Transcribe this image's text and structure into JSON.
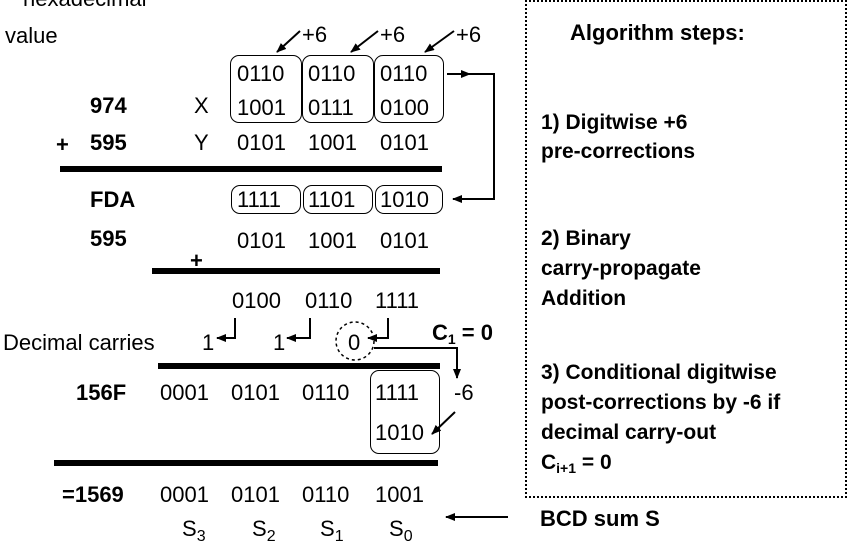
{
  "header": {
    "line1": "hexadecimal",
    "line2": "value"
  },
  "corrections": [
    "+6",
    "+6",
    "+6"
  ],
  "rows": {
    "x": {
      "value": "974",
      "label": "X",
      "top_digits": [
        "0110",
        "0110",
        "0110"
      ],
      "digits": [
        "1001",
        "0111",
        "0100"
      ]
    },
    "y": {
      "sign": "+",
      "value": "595",
      "label": "Y",
      "digits": [
        "0101",
        "1001",
        "0101"
      ]
    },
    "fda": {
      "value": "FDA",
      "digits": [
        "1111",
        "1101",
        "1010"
      ]
    },
    "y2": {
      "value": "595",
      "digits": [
        "0101",
        "1001",
        "0101"
      ]
    },
    "plus": "+",
    "sum": {
      "digits": [
        "0100",
        "0110",
        "1111"
      ]
    },
    "carries": {
      "label": "Decimal carries",
      "values": [
        "1",
        "1",
        "0"
      ],
      "c1_label": "C",
      "c1_sub": "1",
      "c1_value": " = 0"
    },
    "r156f": {
      "value": "156F",
      "digits": [
        "0001",
        "0101",
        "0110",
        "1111"
      ],
      "minus6": "-6"
    },
    "corrected": "1010",
    "result": {
      "value": "=1569",
      "digits": [
        "0001",
        "0101",
        "0110",
        "1001"
      ]
    },
    "s_labels": [
      {
        "base": "S",
        "sub": "3"
      },
      {
        "base": "S",
        "sub": "2"
      },
      {
        "base": "S",
        "sub": "1"
      },
      {
        "base": "S",
        "sub": "0"
      }
    ]
  },
  "panel": {
    "title": "Algorithm steps:",
    "step1": [
      "1) Digitwise +6",
      "pre-corrections"
    ],
    "step2": [
      "2) Binary",
      "carry-propagate",
      "Addition"
    ],
    "step3": [
      "3) Conditional digitwise",
      "post-corrections by -6 if",
      "decimal carry-out"
    ],
    "step3_cond": {
      "base": "C",
      "sub": "i+1",
      "tail": " = 0"
    },
    "bcd_label": "BCD sum S"
  }
}
